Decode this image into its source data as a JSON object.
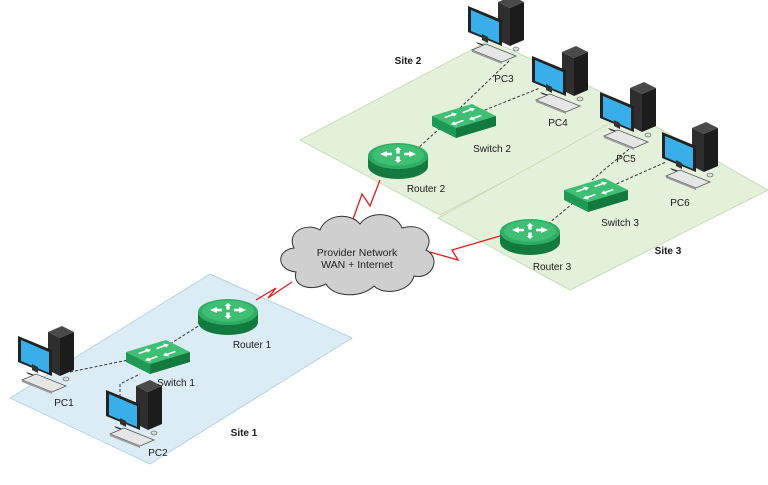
{
  "sites": [
    {
      "label": "Site 1",
      "fill": "#dcecf5"
    },
    {
      "label": "Site 2",
      "fill": "#e3f0da"
    },
    {
      "label": "Site 3",
      "fill": "#e3f0da"
    }
  ],
  "cloud": {
    "line1": "Provider Network",
    "line2": "WAN + Internet"
  },
  "routers": [
    "Router 1",
    "Router 2",
    "Router 3"
  ],
  "switches": [
    "Switch 1",
    "Switch 2",
    "Switch 3"
  ],
  "pcs": [
    "PC1",
    "PC2",
    "PC3",
    "PC4",
    "PC5",
    "PC6"
  ],
  "colors": {
    "wan_link": "#e21b1b",
    "lan_link": "#333333",
    "device_green": "#1f9a55",
    "device_green_dark": "#137a3f",
    "device_green_light": "#3fbf73",
    "monitor_screen": "#39aee8",
    "monitor_body": "#222222",
    "cloud_fill": "#cfcfcf"
  }
}
